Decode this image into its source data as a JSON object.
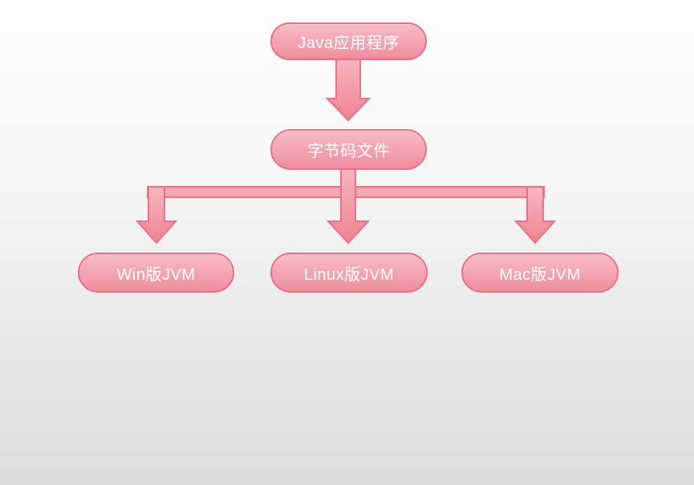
{
  "diagram": {
    "type": "flowchart",
    "description": "Java cross-platform execution diagram",
    "nodes": [
      {
        "id": "java-app",
        "label": "Java应用程序"
      },
      {
        "id": "bytecode",
        "label": "字节码文件"
      },
      {
        "id": "win-jvm",
        "label": "Win版JVM"
      },
      {
        "id": "linux-jvm",
        "label": "Linux版JVM"
      },
      {
        "id": "mac-jvm",
        "label": "Mac版JVM"
      }
    ],
    "edges": [
      {
        "from": "java-app",
        "to": "bytecode",
        "style": "block-arrow-down"
      },
      {
        "from": "bytecode",
        "to": "win-jvm",
        "style": "block-arrow-down"
      },
      {
        "from": "bytecode",
        "to": "linux-jvm",
        "style": "block-arrow-down"
      },
      {
        "from": "bytecode",
        "to": "mac-jvm",
        "style": "block-arrow-down"
      }
    ],
    "colors": {
      "node_border": "#ee7085",
      "node_fill_top": "#f8bdc4",
      "node_fill_mid": "#f3a3af",
      "node_fill_bottom": "#ee8e9d",
      "arrow_fill_top": "#f7b8c0",
      "arrow_fill_bottom": "#ee8293",
      "bar_fill": "#f4a6b1",
      "text": "#ffffff",
      "bg_top": "#fefefe",
      "bg_mid": "#f6f6f6",
      "bg_bottom": "#dcdcdc"
    }
  }
}
